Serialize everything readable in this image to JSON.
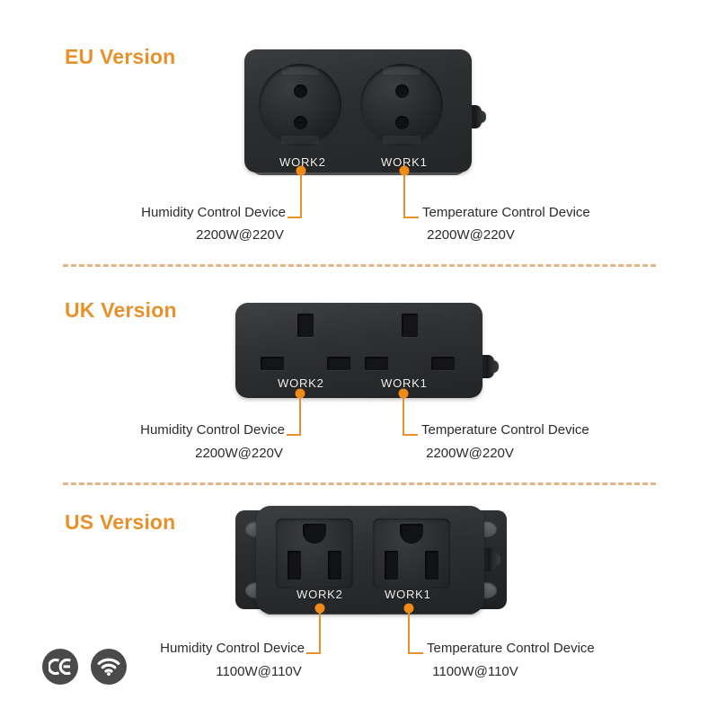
{
  "page": {
    "background": "#ffffff",
    "accent_color": "#e8912a",
    "dot_color": "#f08a19",
    "text_color": "#2b2b2b",
    "divider_color": "#e3b486"
  },
  "sections": [
    {
      "id": "eu",
      "title": "EU Version",
      "socket_type": "schuko-round",
      "outlets": [
        {
          "silk_label": "WORK2",
          "callout_title": "Humidity Control Device",
          "callout_rating": "2200W@220V"
        },
        {
          "silk_label": "WORK1",
          "callout_title": "Temperature Control Device",
          "callout_rating": "2200W@220V"
        }
      ]
    },
    {
      "id": "uk",
      "title": "UK Version",
      "socket_type": "bs1363-three-pin",
      "outlets": [
        {
          "silk_label": "WORK2",
          "callout_title": "Humidity Control Device",
          "callout_rating": "2200W@220V"
        },
        {
          "silk_label": "WORK1",
          "callout_title": "Temperature Control Device",
          "callout_rating": "2200W@220V"
        }
      ]
    },
    {
      "id": "us",
      "title": "US Version",
      "socket_type": "nema-5-15r",
      "outlets": [
        {
          "silk_label": "WORK2",
          "callout_title": "Humidity Control Device",
          "callout_rating": "1100W@110V"
        },
        {
          "silk_label": "WORK1",
          "callout_title": "Temperature Control Device",
          "callout_rating": "1100W@110V"
        }
      ]
    }
  ],
  "badges": [
    {
      "name": "ce-mark-icon",
      "label": "CE"
    },
    {
      "name": "wifi-icon",
      "label": "WiFi"
    }
  ]
}
